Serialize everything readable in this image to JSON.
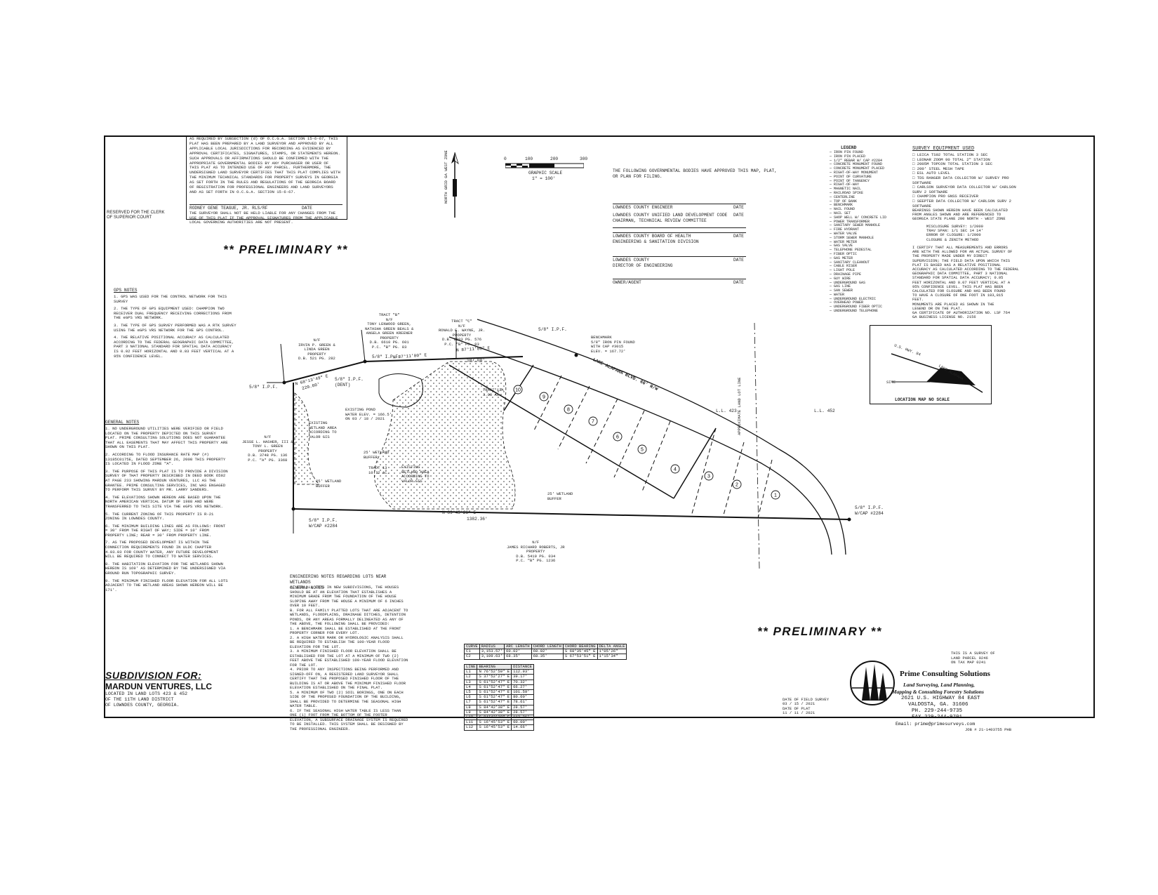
{
  "watermark": {
    "preliminary_top": "** PRELIMINARY **",
    "preliminary_bottom": "** PRELIMINARY **"
  },
  "clerk_box": {
    "label": "RESERVED FOR THE CLERK\nOF SUPERIOR COURT"
  },
  "certification": {
    "text": "AS REQUIRED BY SUBSECTION (d) OF O.C.G.A. SECTION 15-6-67, THIS\nPLAT HAS BEEN PREPARED BY A LAND SURVEYOR AND APPROVED BY ALL\nAPPLICABLE LOCAL JURISDICTIONS FOR RECORDING AS EVIDENCED BY\nAPPROVAL CERTIFICATES, SIGNATURES, STAMPS, OR STATEMENTS HEREON.\nSUCH APPROVALS OR AFFIRMATIONS SHOULD BE CONFIRMED WITH THE\nAPPROPRIATE GOVERNMENTAL BODIES BY ANY PURCHASER OR USER OF\nTHIS PLAT AS TO INTENDED USE OF ANY PARCEL. FURTHERMORE, THE\nUNDERSIGNED LAND SURVEYOR CERTIFIES THAT THIS PLAT COMPLIES WITH\nTHE MINIMUM TECHNICAL STANDARDS FOR PROPERTY SURVEYS IN GEORGIA\nAS SET FORTH IN THE RULES AND REGULATIONS OF THE GEORGIA BOARD\nOF REGISTRATION FOR PROFESSIONAL ENGINEERS AND LAND SURVEYORS\nAND AS SET FORTH IN O.C.G.A. SECTION 15-6-67.",
    "signer": "RODNEY GENE TEAGUE, JR. RLS/RF",
    "date_label": "DATE",
    "disclaimer": "THE SURVEYOR SHALL NOT BE HELD LIABLE FOR ANY CHANGES FROM THE\nUSE OF THIS PLAT IF THE APPROVAL SIGNATURES FROM THE APPLICABLE\nLOCAL GOVERNING AUTHORITIES ARE NOT PRESENT."
  },
  "north_arrow_label": "NORTH GRID GA WEST ZONE",
  "graphic_scale": {
    "ticks": [
      "0",
      "100",
      "200",
      "300"
    ],
    "title": "GRAPHIC SCALE",
    "ratio": "1\" = 100'"
  },
  "approvals": {
    "heading": "THE FOLLOWING GOVERNMENTAL BODIES HAVE APPROVED THIS MAP, PLAT,\nOR PLAN FOR FILING.",
    "items": [
      {
        "label": "LOWNDES COUNTY ENGINEER",
        "date": "DATE"
      },
      {
        "label": "LOWNDES COUNTY UNIFIED LAND DEVELOPMENT CODE\nCHAIRMAN, TECHNICAL REVIEW COMMITTEE",
        "date": "DATE"
      },
      {
        "label": "LOWNDES COUNTY BOARD OF HEALTH\nENGINEERING & SANITATION DIVISION",
        "date": "DATE"
      },
      {
        "label": "LOWNDES COUNTY\nDIRECTOR OF ENGINEERING",
        "date": "DATE"
      },
      {
        "label": "OWNER/AGENT",
        "date": "DATE"
      }
    ]
  },
  "legend": {
    "title": "LEGEND",
    "entries": [
      "IRON PIN FOUND",
      "IRON PIN PLACED",
      "1/2\" REBAR W/ CAP #2284",
      "CONCRETE MONUMENT FOUND",
      "CONCRETE MONUMENT PLACED",
      "RIGHT-OF-WAY MONUMENT",
      "POINT OF CURVATURE",
      "POINT OF TANGENCY",
      "RIGHT-OF-WAY",
      "MAGNETIC NAIL",
      "RAILROAD SPIKE",
      "CENTERLINE",
      "TOP OF BANK",
      "BENCHMARK",
      "NAIL FOUND",
      "NAIL SET",
      "SHOP WELL W/ CONCRETE LID",
      "POWER TRANSFORMER",
      "SANITARY SEWER MANHOLE",
      "FIRE HYDRANT",
      "WATER VALVE",
      "STORM SEWER MANHOLE",
      "WATER METER",
      "GAS VALVE",
      "TELEPHONE PEDESTAL",
      "FIBER OPTIC",
      "GAS METER",
      "SANITARY CLEANOUT",
      "CABLE RISER",
      "LIGHT POLE",
      "DRAINAGE PIPE",
      "GUY WIRE",
      "UNDERGROUND GAS",
      "GAS LINE",
      "SAN SEWER",
      "WATER",
      "UNDERGROUND ELECTRIC",
      "OVERHEAD POWER",
      "UNDERGROUND FIBER OPTIC",
      "UNDERGROUND TELEPHONE"
    ]
  },
  "survey_equipment": {
    "title": "SURVEY EQUIPMENT USED",
    "items": [
      "LEICA TS02 TOTAL STATION 3 SEC",
      "LEONAR ZOOM 90 TOTAL 2\" STATION",
      "2005M TOPCON TOTAL STATION 3 SEC",
      "200' STEEL MESH TAPE",
      "ESL AUTO LEVEL",
      "TDS RANGER DATA COLLECTOR W/ SURVEY PRO SOFTWARE",
      "CARLSON SURVEYOR DATA COLLECTOR W/ CARLSON SURV 2 SOFTWARE",
      "CHAMPION PRO GNSS RECEIVER",
      "SEEPTER DATA COLLECTOR W/ CARLSON SURV 2 SOFTWARE"
    ],
    "bearings": "BEARINGS SHOWN HEREON HAVE BEEN CALCULATED\nFROM ANGLES SHOWN AND ARE REFERENCED TO\nGEORGIA STATE PLANE 200 NORTH - WEST ZONE",
    "closure": "MISCLOSURE SURVEY: 1/2000\nTRAV SPAN: 1/1 SEC 14 14'\nERROR OF CLOSURE: 1/2000\nCLOSURE & ZENITH METHOD",
    "statement": "I CERTIFY THAT ALL MEASUREMENTS AND ERRORS\nARE WITH THE ALLOWED FOR AN ACTUAL SURVEY OF\nTHE PROPERTY MADE UNDER MY DIRECT\nSUPERVISION; THE FIELD DATA UPON WHICH THIS\nPLAT IS BASED HAS A RELATIVE POSITIONAL\nACCURACY AS CALCULATED ACCORDING TO THE FEDERAL\nGEOGRAPHIC DATA COMMITTEE, PART 3 NATIONAL\nSTANDARD FOR SPATIAL DATA ACCURACY; 0.05\nFEET HORIZONTAL AND 0.07 FEET VERTICAL AT A\n95% CONFIDENCE LEVEL. THIS PLAT HAS BEEN\nCALCULATED FOR CLOSURE AND HAS BEEN FOUND\nTO HAVE A CLOSURE OF ONE FOOT IN 183,815\nFEET.\nMONUMENTS ARE PLACED AS SHOWN IN THE\nLEGEND OR ON THE PLAT.\nGA CERTIFICATE OF AUTHORIZATION NO. LSF 764\nGA BUSINESS LICENSE NO. 2156"
  },
  "location_map": {
    "road": "U.S. HWY. 84",
    "lake": "LAKE ALAPAHA",
    "label": "LOCATION MAP NO SCALE",
    "site": "SITE"
  },
  "gps_notes": {
    "title": "GPS NOTES",
    "items": [
      "1. GPS WAS USED FOR THE CONTROL NETWORK FOR THIS SURVEY",
      "2. THE TYPE OF GPS EQUIPMENT USED: CHAMPION TWO RECEIVER DUAL FREQUENCY RECEIVING CORRECTIONS FROM THE eGPS VRS NETWORK.",
      "3. THE TYPE OF GPS SURVEY PERFORMED WAS A RTK SURVEY USING THE eGPS VRS NETWORK FOR THE GPS CONTROL.",
      "4. THE RELATIVE POSITIONAL ACCURACY AS CALCULATED ACCORDING TO THE FEDERAL GEOGRAPHIC DATA COMMITTEE, PART 3 NATIONAL STANDARD FOR SPATIAL DATA ACCURACY IS 0.02 FEET HORIZONTAL AND 0.03 FEET VERTICAL AT A 95% CONFIDENCE LEVEL."
    ]
  },
  "general_notes": {
    "title": "GENERAL NOTES",
    "items": [
      "1. NO UNDERGROUND UTILITIES WERE VERIFIED OR FIELD LOCATED ON THE PROPERTY DEPICTED ON THIS SURVEY PLAT. PRIME CONSULTING SOLUTIONS DOES NOT GUARANTEE THAT ALL EASEMENTS THAT MAY AFFECT THIS PROPERTY ARE SHOWN ON THIS PLAT.",
      "2. ACCORDING TO FLOOD INSURANCE RATE MAP (#) 13185C0175E, DATED SEPTEMBER 26, 2008 THIS PROPERTY IS LOCATED IN FLOOD ZONE \"A\".",
      "3. THE PURPOSE OF THIS PLAT IS TO PROVIDE A DIVISION SURVEY OF THAT PROPERTY DESCRIBED IN DEED BOOK 6592 AT PAGE 233 SHOWING MARDUN VENTURES, LLC AS THE GRANTEE. PRIME CONSULTING SERVICES, INC WAS ENGAGED TO PERFORM THIS SURVEY BY MR. LARRY SANDERS.",
      "4. THE ELEVATIONS SHOWN HEREON ARE BASED UPON THE NORTH AMERICAN VERTICAL DATUM OF 1988 AND WERE TRANSFERRED TO THIS SITE VIA THE eGPS VRS NETWORK.",
      "5. THE CURRENT ZONING OF THIS PROPERTY IS R-21 ZONING IN LOWNDES COUNTY.",
      "6. THE MINIMUM BUILDING LINES ARE AS FOLLOWS: FRONT = 30' FROM THE RIGHT OF WAY; SIDE = 10' FROM PROPERTY LINE; REAR = 30' FROM PROPERTY LINE.",
      "7. AS THE PROPOSED DEVELOPMENT IS WITHIN THE CONNECTION REQUIREMENTS FOUND IN ULDC CHAPTER 4.03.03 FOR COUNTY WATER, ANY FUTURE DEVELOPMENT WILL BE REQUIRED TO CONNECT TO WATER SERVICES.",
      "8. THE HABITATION ELEVATION FOR THE WETLANDS SHOWN HEREON IS 169' AS DETERMINED BY THE UNDERSIGNED VIA GROUND RUN TOPOGRAPHIC SURVEY.",
      "9. THE MINIMUM FINISHED FLOOR ELEVATION FOR ALL LOTS ADJACENT TO THE WETLAND AREAS SHOWN HEREON WILL BE 171'."
    ]
  },
  "subdivision": {
    "title": "SUBDIVISION FOR:",
    "owner": "MARDUN VENTURES, LLC",
    "location": "LOCATED IN LAND LOTS 423 & 452\nOF THE 11TH LAND DISTRICT\nOF LOWNDES COUNTY, GEORGIA."
  },
  "engineering_notes": {
    "title": "ENGINEERING NOTES REGARDING LOTS NEAR WETLANDS\nGENERAL NOTES",
    "text": "A. FOR ALL LOTS IN NEW SUBDIVISIONS, THE HOUSES SHOULD BE AT AN ELEVATION THAT ESTABLISHES A MINIMUM GRADE FROM THE FOUNDATION OF THE HOUSE SLOPING AWAY FROM THE HOUSE A MINIMUM OF 6 INCHES OVER 10 FEET.\nB. FOR ALL FAMILY PLATTED LOTS THAT ARE ADJACENT TO WETLANDS, FLOODPLAINS, DRAINAGE DITCHES, DETENTION PONDS, OR ANY AREAS FORMALLY DELINEATED AS ANY OF THE ABOVE, THE FOLLOWING SHALL BE PROVIDED:\n1. A BENCHMARK SHALL BE ESTABLISHED AT THE FRONT PROPERTY CORNER FOR EVERY LOT.\n2. A HIGH WATER MARK OR HYDROLOGIC ANALYSIS SHALL BE REQUIRED TO ESTABLISH THE 100-YEAR FLOOD ELEVATION FOR THE LOT.\n3. A MINIMUM FINISHED FLOOR ELEVATION SHALL BE ESTABLISHED FOR THE LOT AT A MINIMUM OF TWO (2) FEET ABOVE THE ESTABLISHED 100-YEAR FLOOD ELEVATION FOR THE LOT.\n4. PRIOR TO ANY INSPECTIONS BEING PERFORMED AND SIGNED-OFF ON, A REGISTERED LAND SURVEYOR SHALL CERTIFY THAT THE PROPOSED FINISHED FLOOR OF THE BUILDING IS AT OR ABOVE THE MINIMUM FINISHED FLOOR ELEVATION ESTABLISHED ON THE FINAL PLAT.\n5. A MINIMUM OF TWO (2) SOIL BORINGS, ONE ON EACH SIDE OF THE PROPOSED FOUNDATION OF THE BUILDING, SHALL BE PROVIDED TO DETERMINE THE SEASONAL HIGH WATER TABLE.\n6. IF THE SEASONAL HIGH WATER TABLE IS LESS THAN ONE (1) FOOT FROM THE BOTTOM OF THE FOOTER ELEVATION, A SUBSURFACE DRAINAGE SYSTEM IS REQUIRED TO BE INSTALLED. THIS SYSTEM SHALL BE DESIGNED BY THE PROFESSIONAL ENGINEER."
  },
  "curve_table": {
    "headers": [
      "CURVE",
      "RADIUS",
      "ARC LENGTH",
      "CHORD LENGTH",
      "CHORD BEARING",
      "DELTA ANGLE"
    ],
    "rows": [
      [
        "C1",
        "3,153.57'",
        "60.02'",
        "60.02'",
        "S 68°35'45\" E",
        "1°05'26\""
      ],
      [
        "C2",
        "3,109.63'",
        "68.35'",
        "68.35'",
        "S 67°53'51\" E",
        "1°15'34\""
      ]
    ]
  },
  "line_table": {
    "headers": [
      "LINE",
      "BEARING",
      "DISTANCE"
    ],
    "rows": [
      [
        "L1",
        "N 76°52'50\" E",
        "112.93'"
      ],
      [
        "L2",
        "S 37°52'27\" E",
        "39.17'"
      ],
      [
        "L3",
        "S 61°52'47\" E",
        "70.32'"
      ],
      [
        "L4",
        "S 61°52'47\" E",
        "66.27'"
      ],
      [
        "L5",
        "S 61°52'47\" E",
        "101.59'"
      ],
      [
        "L6",
        "S 61°52'47\" E",
        "80.60'"
      ],
      [
        "L7",
        "S 61°52'47\" E",
        "78.61'"
      ],
      [
        "L8",
        "S 84°42'38\" E",
        "28.57'"
      ],
      [
        "L9",
        "S 84°42'38\" E",
        "28.57'"
      ],
      [
        "L10",
        "S 84°42'38\" E",
        "113.31'"
      ],
      [
        "L11",
        "S 16°45'53\" E",
        "60.00'"
      ],
      [
        "L12",
        "S 16°45'53\" E",
        "14.66'"
      ]
    ]
  },
  "field_dates": {
    "text": "DATE OF FIELD SURVEY\n03 / 15 / 2021\nDATE OF PLAT\n11 / 11 / 2021"
  },
  "firm": {
    "name": "Prime Consulting Solutions",
    "tag1": "Land Surveying, Land Planning,",
    "tag2": "Mapping & Consulting Forestry Solutions",
    "address": "2621 U.S. HIGHWAY 84 EAST",
    "city": "VALDOSTA, GA. 31606",
    "phone": "PH. 229-244-9735",
    "fax": "FAX 229-244-9701",
    "email": "Email: prime@primesurveys.com",
    "parcel_note": "THIS IS A SURVEY OF\nLAND PARCEL 0246\nON TAX MAP 0241",
    "job": "JOB # 21-1403755 PHB"
  },
  "plan_labels": {
    "tract_b": "TRACT \"B\"\nN/F\nTONY LENWOOD GREEN,\nNATASHA GREEN BEALS &\nANGELA GREEN KREENER\nPROPERTY\nD.B. 6610 PG. 601\nP.C. \"B\" PG. 83",
    "tract_c": "TRACT \"C\"\nN/F\nRONALD E. WAYNE, JR.\nPROPERTY\nD.B. 6593 PG. 576\nP.C. \"B\" PG. 83",
    "green_prop": "N/F\nIRVIN P. GREEN &\nLINDA GREEN\nPROPERTY\nD.B. 521 PG. 282",
    "benchmark": "BENCHMARK\n5/8\" IRON PIN FOUND\nWITH CAP #3015\nELEV. = 167.72'",
    "road": "LAKE ALAPAHA BLVD. 60' R/W",
    "ipf1": "5/8\" I.P.F.",
    "ipf2": "5/8\" I.P.F.\n(DENT)",
    "ipf3": "5/8\" I.P.F.",
    "ipf4": "5/8\" I.P.F.",
    "ipf5": "5/8\" I.P.F.\nW/CAP #2284",
    "ipf6": "5/8\" I.P.F.\nW/CAP #2284",
    "pond": "EXISTING POND\nWATER ELEV. = 166.5'\nON 03 / 18 / 2021",
    "wetland1": "EXISTING\nWETLAND AREA\nACCORDING TO\nVALOR GIS",
    "wetland2": "EXISTING\nWETLAND AREA\nACCORDING TO\nVALOR GIS",
    "buffer1": "25' WETLAND\nBUFFER",
    "buffer2": "25' WETLAND\nBUFFER",
    "buffer3": "25' WETLAND\nBUFFER",
    "tract13": "TRACT 13\n10.72 AC.",
    "tract13a": "TRACT 13A\n3.00 AC.",
    "hasher": "N/F\nJESSE L. HASHER, III &\nTONY L. GREEN\nPROPERTY\nD.B. 3748 PG. 136\nP.C. \"A\" PG. 3368",
    "roberts": "N/F\nJAMES RICHARD ROBERTS, JR\nPROPERTY\nD.B. 5419 PG. 034\nP.C. \"B\" PG. 1236",
    "ll423": "L.L. 423",
    "ll452": "L.L. 452",
    "lot_line": "APPROXIMATE LAND LOT LINE",
    "bearing_top": "N 87°11'00\" E",
    "bearing_top2": "N 87°11'00\" E",
    "bearing_left": "N 68°13'49\" E",
    "bearing_bottom": "N 89°49'26\" E",
    "dist_bottom": "1382.36'",
    "dist_top": "220.60'",
    "dist_top2": "107.00'",
    "lots": [
      "1",
      "2",
      "3",
      "4",
      "5",
      "6",
      "7",
      "8",
      "9",
      "10"
    ]
  }
}
